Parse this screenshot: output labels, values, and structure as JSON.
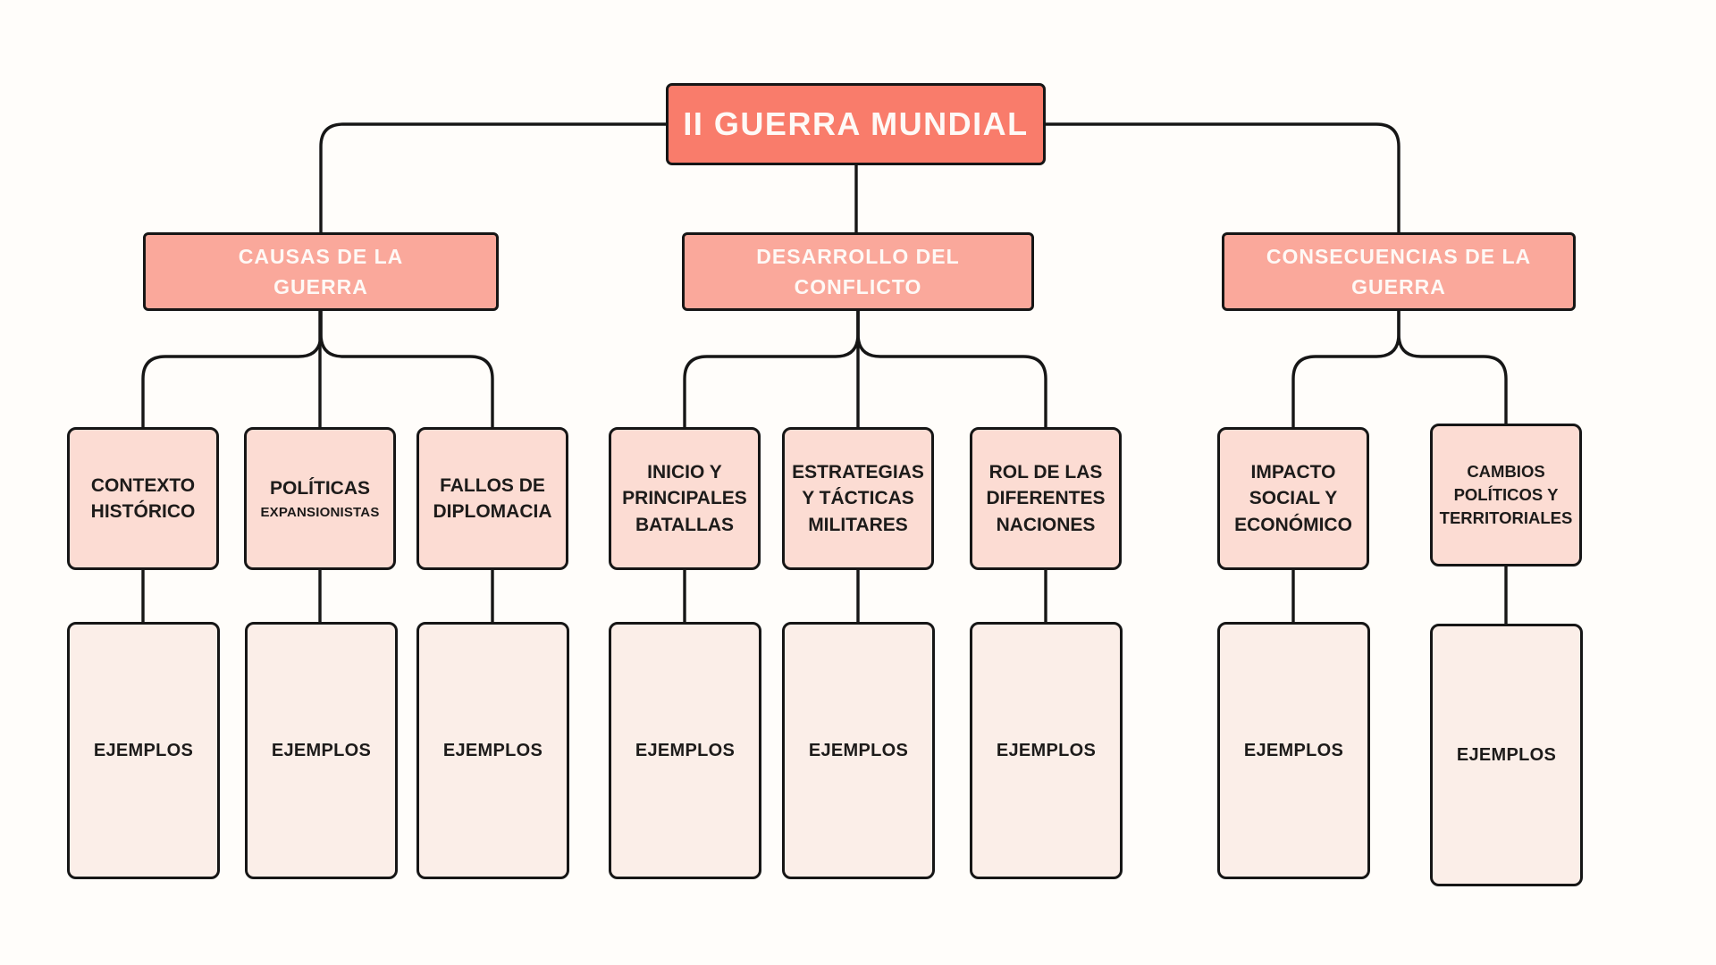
{
  "colors": {
    "root_fill": "#f97c6b",
    "branch_fill": "#faa89b",
    "topic_fill": "#fcdcd3",
    "example_fill": "#fbeee8",
    "line": "#161616",
    "text_dark": "#1d1b1a",
    "text_light": "#fef9f6",
    "bg": "#fffdfa"
  },
  "diagram": {
    "type": "concept-map",
    "root": {
      "label": "II GUERRA MUNDIAL"
    },
    "branches": [
      {
        "label": "CAUSAS DE LA GUERRA",
        "children": [
          {
            "label": "CONTEXTO HISTÓRICO",
            "example_label": "EJEMPLOS"
          },
          {
            "label": "POLÍTICAS",
            "sublabel": "EXPANSIONISTAS",
            "example_label": "EJEMPLOS"
          },
          {
            "label": "FALLOS DE DIPLOMACIA",
            "example_label": "EJEMPLOS"
          }
        ]
      },
      {
        "label": "DESARROLLO DEL CONFLICTO",
        "children": [
          {
            "label": "INICIO Y PRINCIPALES BATALLAS",
            "example_label": "EJEMPLOS"
          },
          {
            "label": "ESTRATEGIAS Y TÁCTICAS MILITARES",
            "example_label": "EJEMPLOS"
          },
          {
            "label": "ROL DE LAS DIFERENTES NACIONES",
            "example_label": "EJEMPLOS"
          }
        ]
      },
      {
        "label": "CONSECUENCIAS DE LA GUERRA",
        "children": [
          {
            "label": "IMPACTO SOCIAL Y ECONÓMICO",
            "example_label": "EJEMPLOS"
          },
          {
            "label": "CAMBIOS POLÍTICOS Y TERRITORIALES",
            "example_label": "EJEMPLOS"
          }
        ]
      }
    ]
  }
}
